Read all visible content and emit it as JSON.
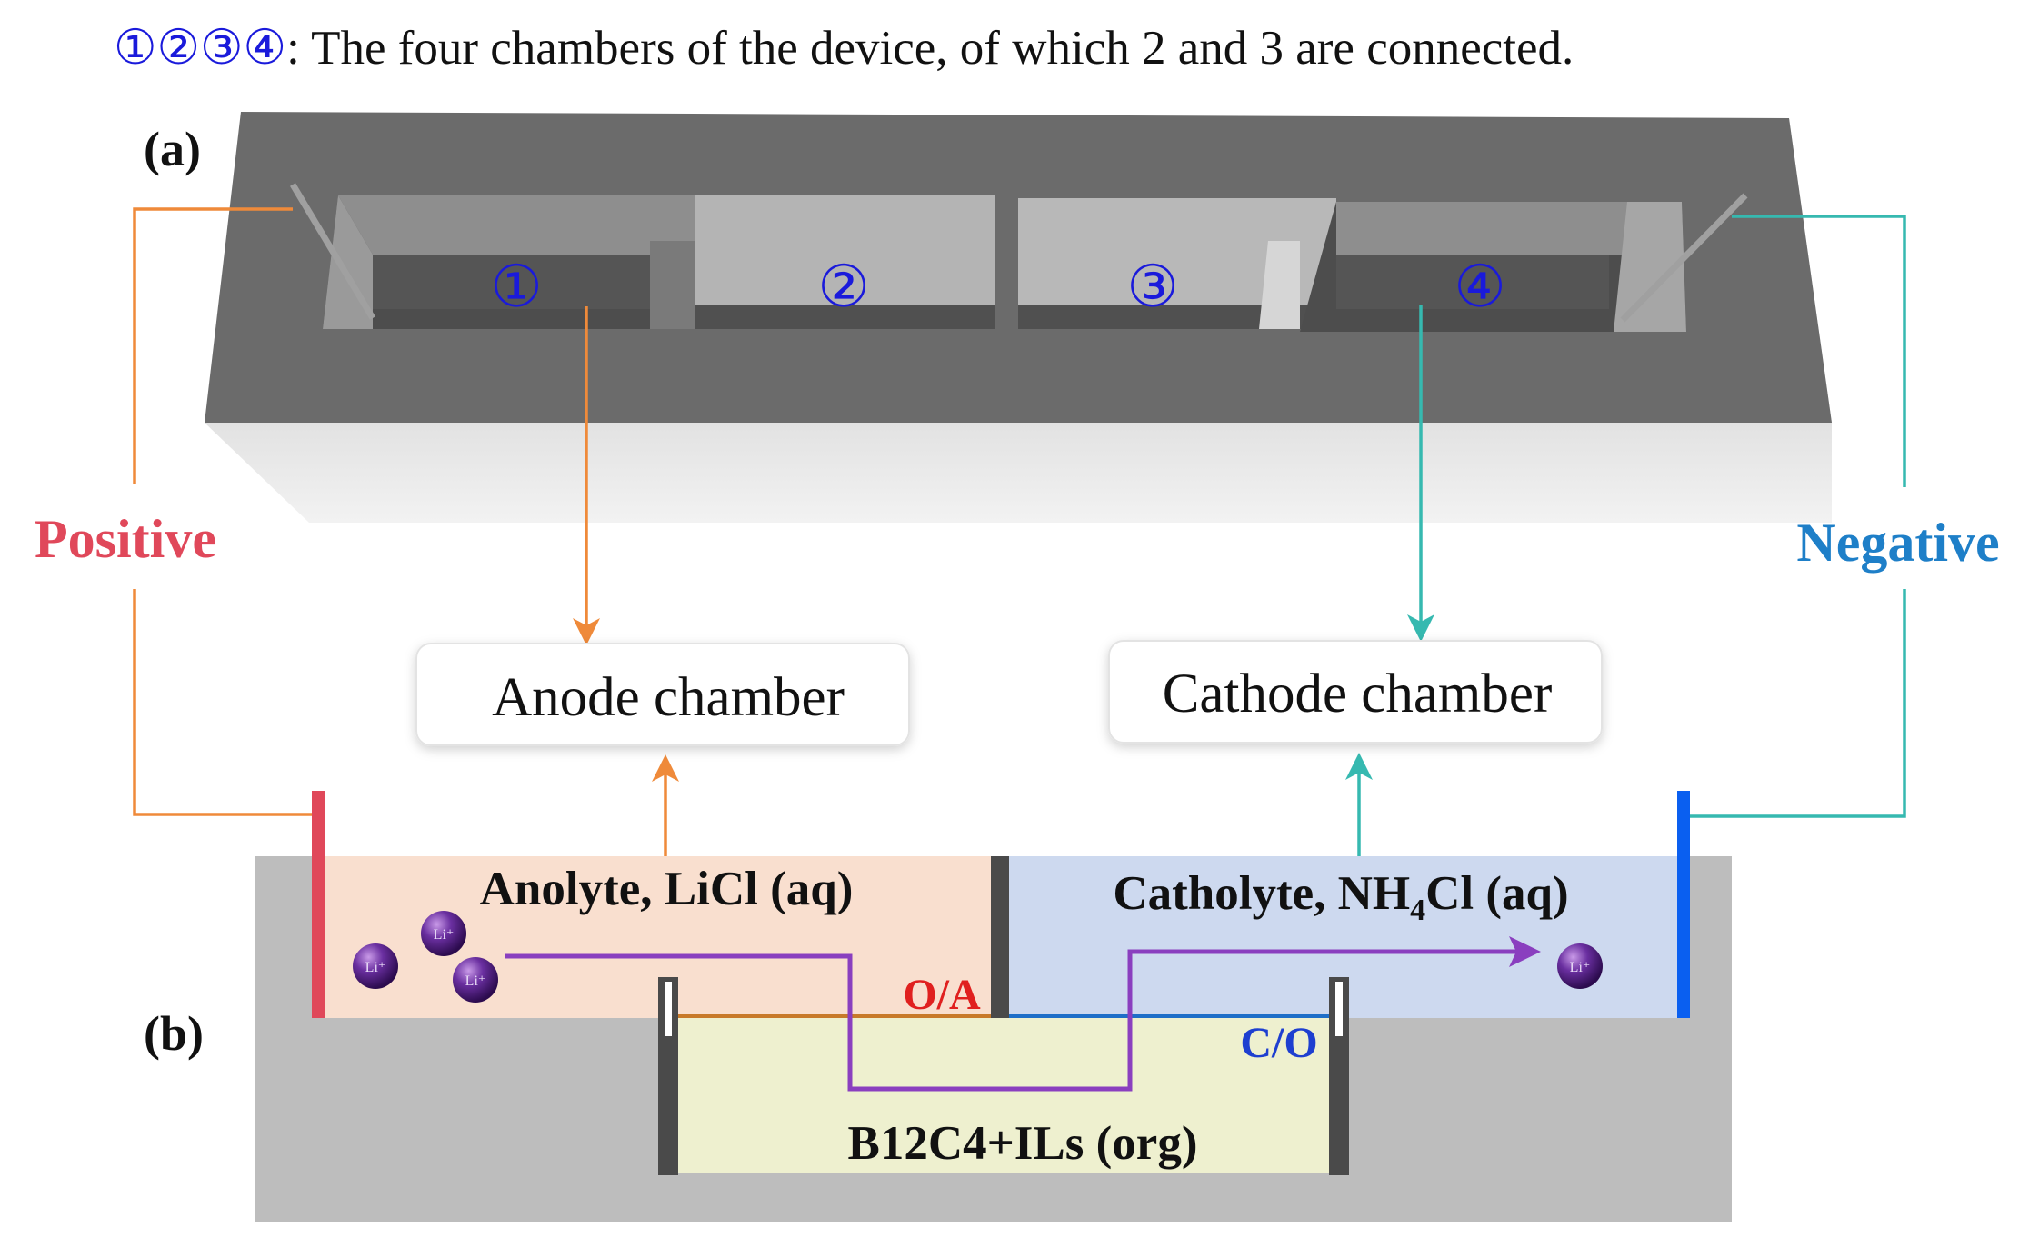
{
  "header": {
    "markers": "①②③④",
    "text": ": The four chambers of the device, of which 2 and 3 are connected."
  },
  "panels": {
    "a": "(a)",
    "b": "(b)"
  },
  "chamber_numbers": [
    "①",
    "②",
    "③",
    "④"
  ],
  "electrodes": {
    "positive": "Positive",
    "negative": "Negative"
  },
  "boxes": {
    "anode": "Anode chamber",
    "cathode": "Cathode chamber"
  },
  "solutions": {
    "anolyte": "Anolyte, LiCl (aq)",
    "catholyte_prefix": "Catholyte, NH",
    "catholyte_sub": "4",
    "catholyte_suffix": "Cl (aq)",
    "organic": "B12C4+ILs (org)"
  },
  "interfaces": {
    "oa": "O/A",
    "co": "C/O"
  },
  "ion_label": "Li⁺",
  "colors": {
    "blue_markers": "#1a1adb",
    "positive": "#e0485a",
    "negative": "#1e7fc8",
    "anode_wire": "#ef8a3a",
    "cathode_wire": "#36b9b0",
    "path": "#8a3fbf",
    "anolyte_fill": "#f9dfcf",
    "catholyte_fill": "#cdd9ef",
    "organic_fill": "#eef0cf",
    "device_top": "#6b6b6b",
    "oa_red": "#e0201f",
    "co_blue": "#1e3fd0"
  }
}
